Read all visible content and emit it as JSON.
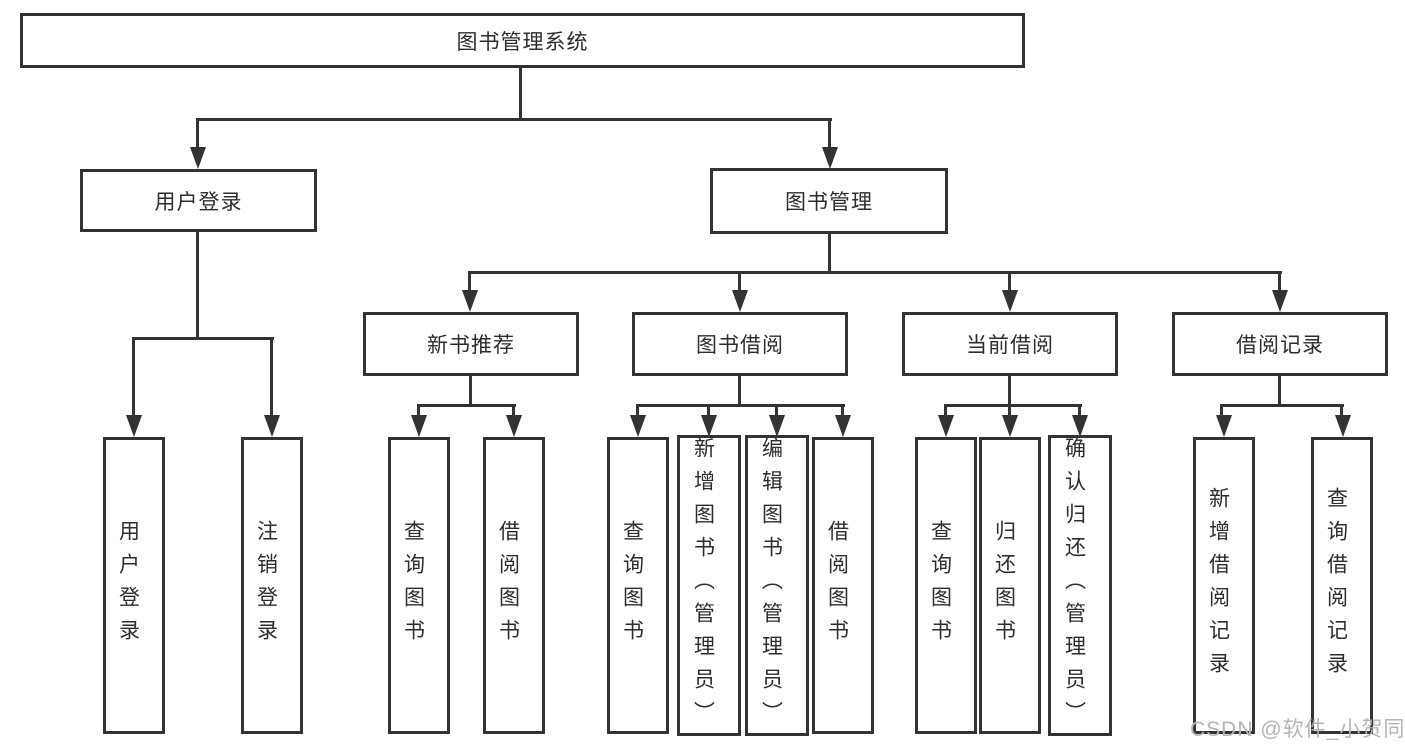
{
  "tree": {
    "root": {
      "label": "图书管理系统"
    },
    "level2": [
      {
        "label": "用户登录",
        "children": [
          "用户登录",
          "注销登录"
        ]
      },
      {
        "label": "图书管理",
        "children": [
          {
            "label": "新书推荐",
            "children": [
              "查询图书",
              "借阅图书"
            ]
          },
          {
            "label": "图书借阅",
            "children": [
              "查询图书",
              "新增图书（管理员）",
              "编辑图书（管理员）",
              "借阅图书"
            ]
          },
          {
            "label": "当前借阅",
            "children": [
              "查询图书",
              "归还图书",
              "确认归还（管理员）"
            ]
          },
          {
            "label": "借阅记录",
            "children": [
              "新增借阅记录",
              "查询借阅记录"
            ]
          }
        ]
      }
    ]
  },
  "watermark": {
    "text": "CSDN @软件_小贺同学",
    "color": "#b4b5b8"
  },
  "style": {
    "line_color": "#333333",
    "text_color": "#2d2d30",
    "background": "#ffffff"
  }
}
